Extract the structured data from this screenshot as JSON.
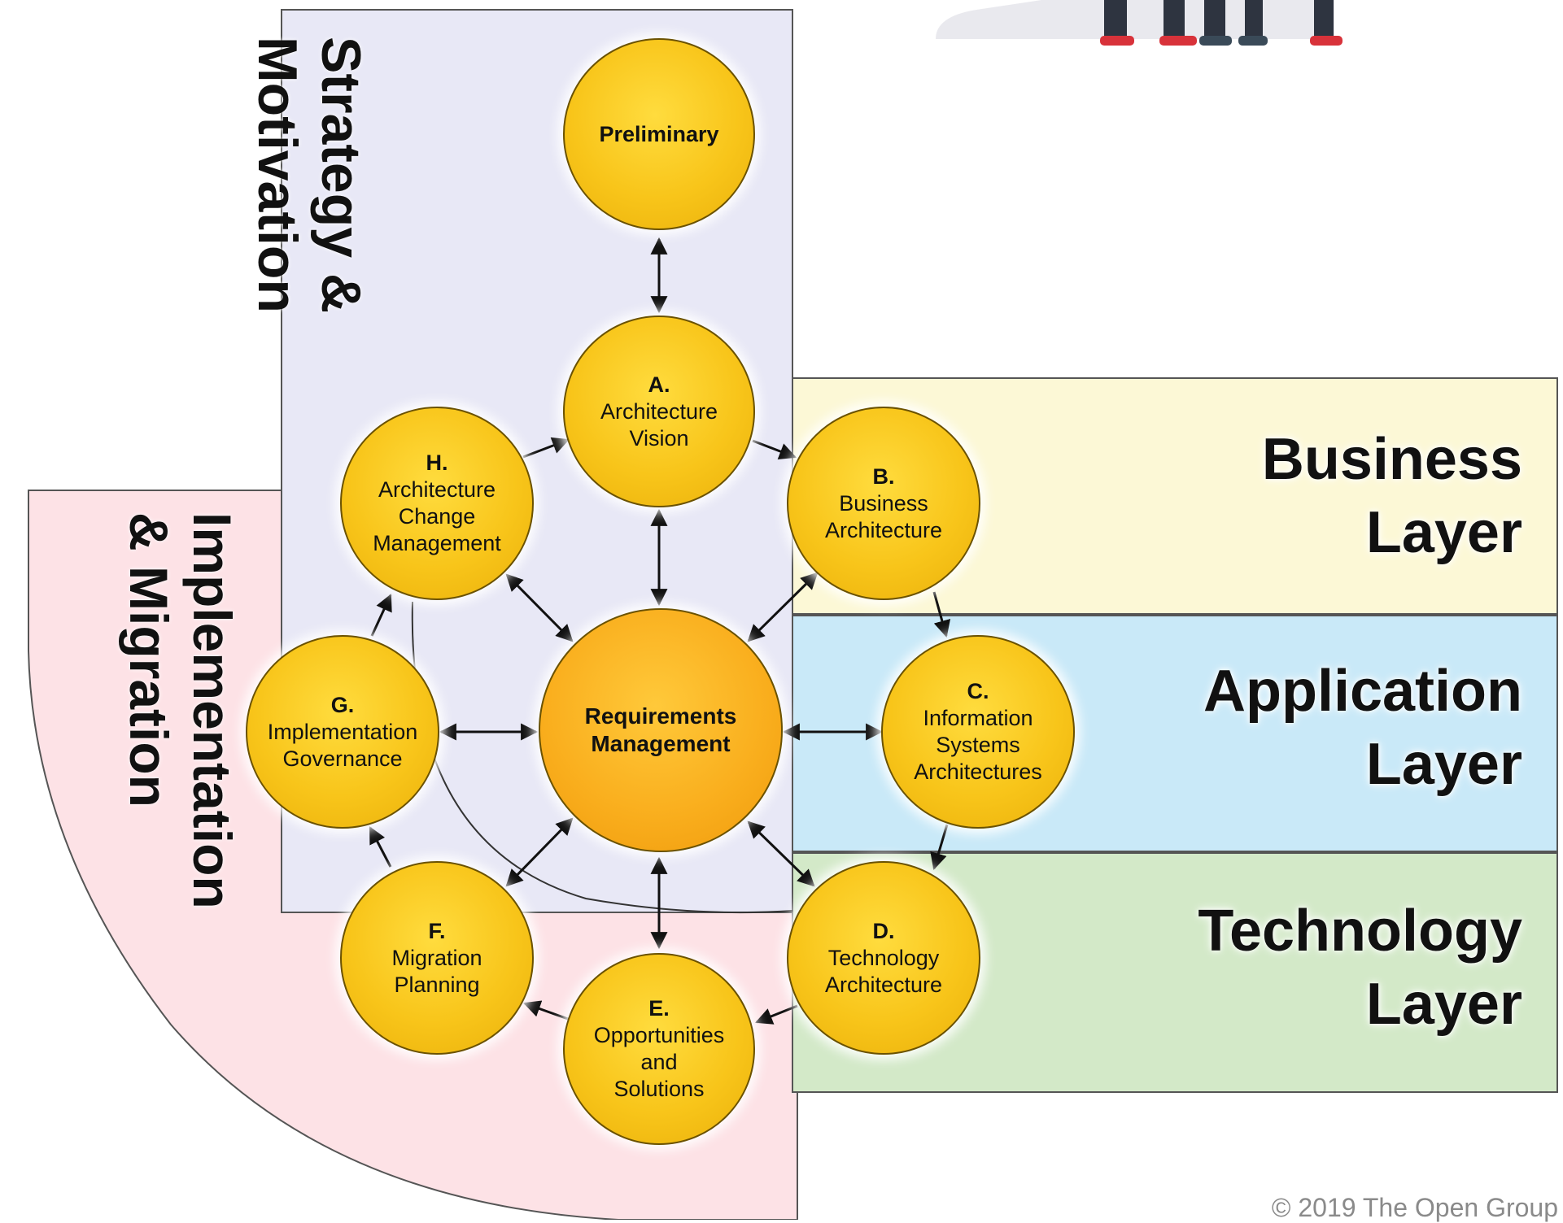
{
  "layers": {
    "business": [
      "Business",
      "Layer"
    ],
    "application": [
      "Application",
      "Layer"
    ],
    "technology": [
      "Technology",
      "Layer"
    ]
  },
  "zones": {
    "strategy": [
      "Strategy &",
      "Motivation"
    ],
    "implementation": [
      "Implementation",
      "& Migration"
    ]
  },
  "phases": {
    "preliminary": {
      "letter": "",
      "lines": [
        "Preliminary"
      ]
    },
    "a": {
      "letter": "A.",
      "lines": [
        "Architecture",
        "Vision"
      ]
    },
    "b": {
      "letter": "B.",
      "lines": [
        "Business",
        "Architecture"
      ]
    },
    "c": {
      "letter": "C.",
      "lines": [
        "Information",
        "Systems",
        "Architectures"
      ]
    },
    "d": {
      "letter": "D.",
      "lines": [
        "Technology",
        "Architecture"
      ]
    },
    "e": {
      "letter": "E.",
      "lines": [
        "Opportunities",
        "and",
        "Solutions"
      ]
    },
    "f": {
      "letter": "F.",
      "lines": [
        "Migration",
        "Planning"
      ]
    },
    "g": {
      "letter": "G.",
      "lines": [
        "Implementation",
        "Governance"
      ]
    },
    "h": {
      "letter": "H.",
      "lines": [
        "Architecture",
        "Change",
        "Management"
      ]
    },
    "requirements": {
      "letter": "",
      "lines": [
        "Requirements",
        "Management"
      ]
    }
  },
  "copyright": "© 2019 The Open Group",
  "colors": {
    "strategy_bg": "#e8e8f6",
    "implementation_bg": "#fde2e6",
    "business_bg": "#fcf8d6",
    "application_bg": "#c9e9f8",
    "technology_bg": "#d3e9c8",
    "phase_fill": "#f8c51a"
  }
}
